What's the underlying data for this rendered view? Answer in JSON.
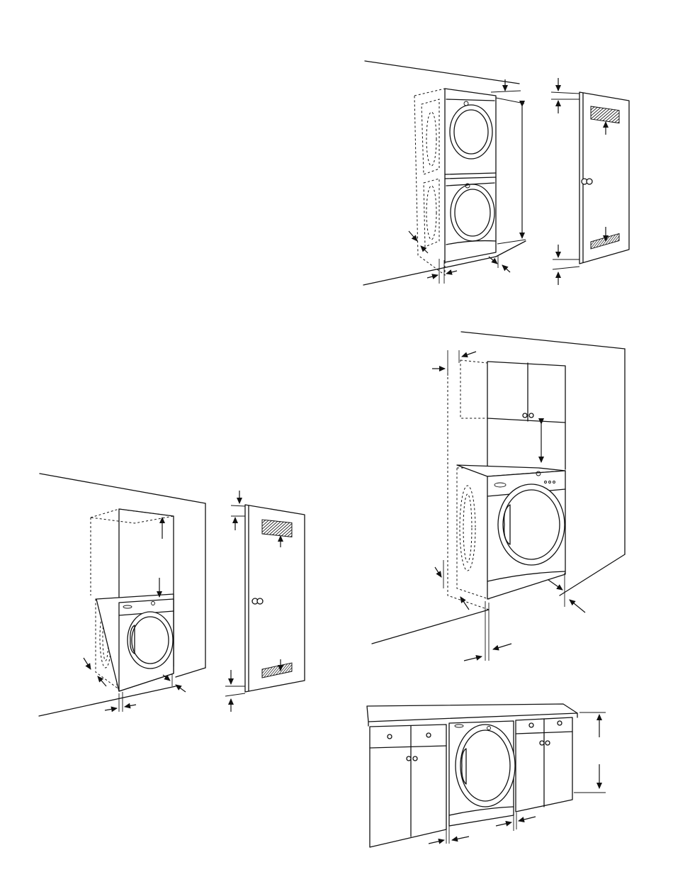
{
  "page": {
    "figures": [
      {
        "id": "stacked-closet"
      },
      {
        "id": "cabinet-over-dryer"
      },
      {
        "id": "closet-single"
      },
      {
        "id": "under-counter"
      }
    ]
  },
  "colors": {
    "ink": "#111111",
    "paper": "#ffffff"
  }
}
